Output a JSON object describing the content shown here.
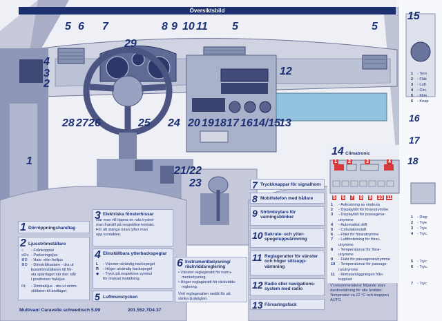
{
  "header": {
    "title": "Översiktsbild"
  },
  "callouts": {
    "1": "1",
    "2": "2",
    "3": "3",
    "4": "4",
    "5": "5",
    "6": "6",
    "7": "7",
    "8": "8",
    "9": "9",
    "10": "10",
    "11": "11",
    "12": "12",
    "13": "13",
    "14_15": "14/15",
    "16": "16",
    "17": "17",
    "18": "18",
    "19": "19",
    "20": "20",
    "21_22": "21/22",
    "23": "23",
    "24": "24",
    "25": "25",
    "26": "26",
    "27": "27",
    "28": "28",
    "29": "29"
  },
  "items": [
    {
      "number": "1",
      "title": "Dörröppningshandtag"
    },
    {
      "number": "2",
      "title": "Ljusströmställare",
      "lines": [
        {
          "sym": "○",
          "text": "- Frånkopplat"
        },
        {
          "sym": "≡D≡",
          "text": "- Parkeringsljus"
        },
        {
          "sym": "≣D",
          "text": "- Halv- eller helljus"
        },
        {
          "sym": "≣D",
          "text": "- Dimstrålkastare - dra ut"
        },
        {
          "text": "ljusströmställaren till för-"
        },
        {
          "text": "sta spärrläget när den står"
        },
        {
          "text": "i positionen halvljus."
        },
        {
          "sym": "0‡",
          "text": "- Dimbakljus - dra ut ström-"
        },
        {
          "text": "ställaren till ändläget."
        },
        {
          "text": ""
        }
      ]
    },
    {
      "number": "3",
      "title": "Elektriska fönsterhissar",
      "lines": [
        "När man vill öppna en ruta trycker",
        "man framtill på respektive kontakt.",
        "För att stänga rutan lyfter man",
        "upp kontakten."
      ]
    },
    {
      "number": "4",
      "title": "Elinställbara ytterbackspeglar",
      "lines": [
        {
          "sym": "L",
          "text": "- Vänster utvändig backspegel"
        },
        {
          "sym": "R",
          "text": "- Höger utvändig backspegel"
        },
        {
          "sym": "◆",
          "text": "- Tryck på respektive symbol"
        },
        {
          "text": "för önskad inställning."
        }
      ]
    },
    {
      "number": "5",
      "title": "Luftmunstycken"
    },
    {
      "number": "6",
      "title": "Instrumentbelysning/ räckviddsreglering",
      "lines": [
        "• Vänster reglagerattt för instru-",
        "menbelysning.",
        "• Höger reglagerattt för räckvidds-",
        "reglering.",
        "Vrid reglageratten nedåt för att",
        "sänka ljuskäglan."
      ]
    },
    {
      "number": "7",
      "title": "Tryckknappar för signalhorn"
    },
    {
      "number": "8",
      "title": "Mobiltelefon med hållare"
    },
    {
      "number": "9",
      "title": "Strömbrytare för varningsblinker"
    },
    {
      "number": "10",
      "title": "Bakrute- och ytter- spegeluppvärmning"
    },
    {
      "number": "11",
      "title": "Reglageratter för vänster och höger sittsupp- värmning"
    },
    {
      "number": "12",
      "title": "Radio eller navigations- system med radio"
    },
    {
      "number": "13",
      "title": "Förvaringsfack"
    }
  ],
  "climatronic": {
    "number": "14",
    "title": "Climatronic",
    "callouts_top": [
      "1",
      "2",
      "3",
      "4"
    ],
    "callouts_bottom": [
      "5",
      "6",
      "7",
      "8",
      "9",
      "10",
      "11"
    ],
    "list": [
      [
        "1",
        "- Avfrostning av vindruta"
      ],
      [
        "2",
        "- Displayfält för förarutrymme"
      ],
      [
        "3",
        "- Displayfält för passagerar-"
      ],
      [
        "",
        "utrymme"
      ],
      [
        "4",
        "- Automatisk drift"
      ],
      [
        "5",
        "- Cirkulationsluft"
      ],
      [
        "6",
        "- Fläkt för förarutrymme"
      ],
      [
        "7",
        "- Luftfördelning för förar-"
      ],
      [
        "",
        "utrymme"
      ],
      [
        "8",
        "- Temperaturval för förar-"
      ],
      [
        "",
        "utrymme"
      ],
      [
        "9",
        "- Fläkt för passagerarutrymme"
      ],
      [
        "10",
        "- Temperaturval för passage-"
      ],
      [
        "",
        "rarutrymme"
      ],
      [
        "11",
        "- Klimatanläggningen från-"
      ],
      [
        "",
        "kopplad"
      ]
    ],
    "note": [
      "Vi rekommenderar följande stan-",
      "dardinställning för alla årstider:",
      "Temperatur ca 22 °C och knappen",
      "AUTO."
    ]
  },
  "fold": {
    "n15": "15",
    "n16": "16",
    "n17": "17",
    "n18": "18",
    "items": [
      "1",
      "2",
      "3",
      "4",
      "5",
      "6",
      "1",
      "2",
      "3",
      "4",
      "5",
      "6",
      "7"
    ],
    "texts": [
      "- Tem",
      "- Fläk",
      "- Luft",
      "- Circ",
      "- Klim",
      "- Knap",
      "- Disp",
      "- Trye",
      "- Trye",
      "- Tryc",
      "- Tryc",
      "- Tryc",
      "- Tryc"
    ]
  },
  "footer": {
    "model": "Multivan/ Caravelle schwedisch 5.99",
    "code": "201.552.7D4.37"
  }
}
